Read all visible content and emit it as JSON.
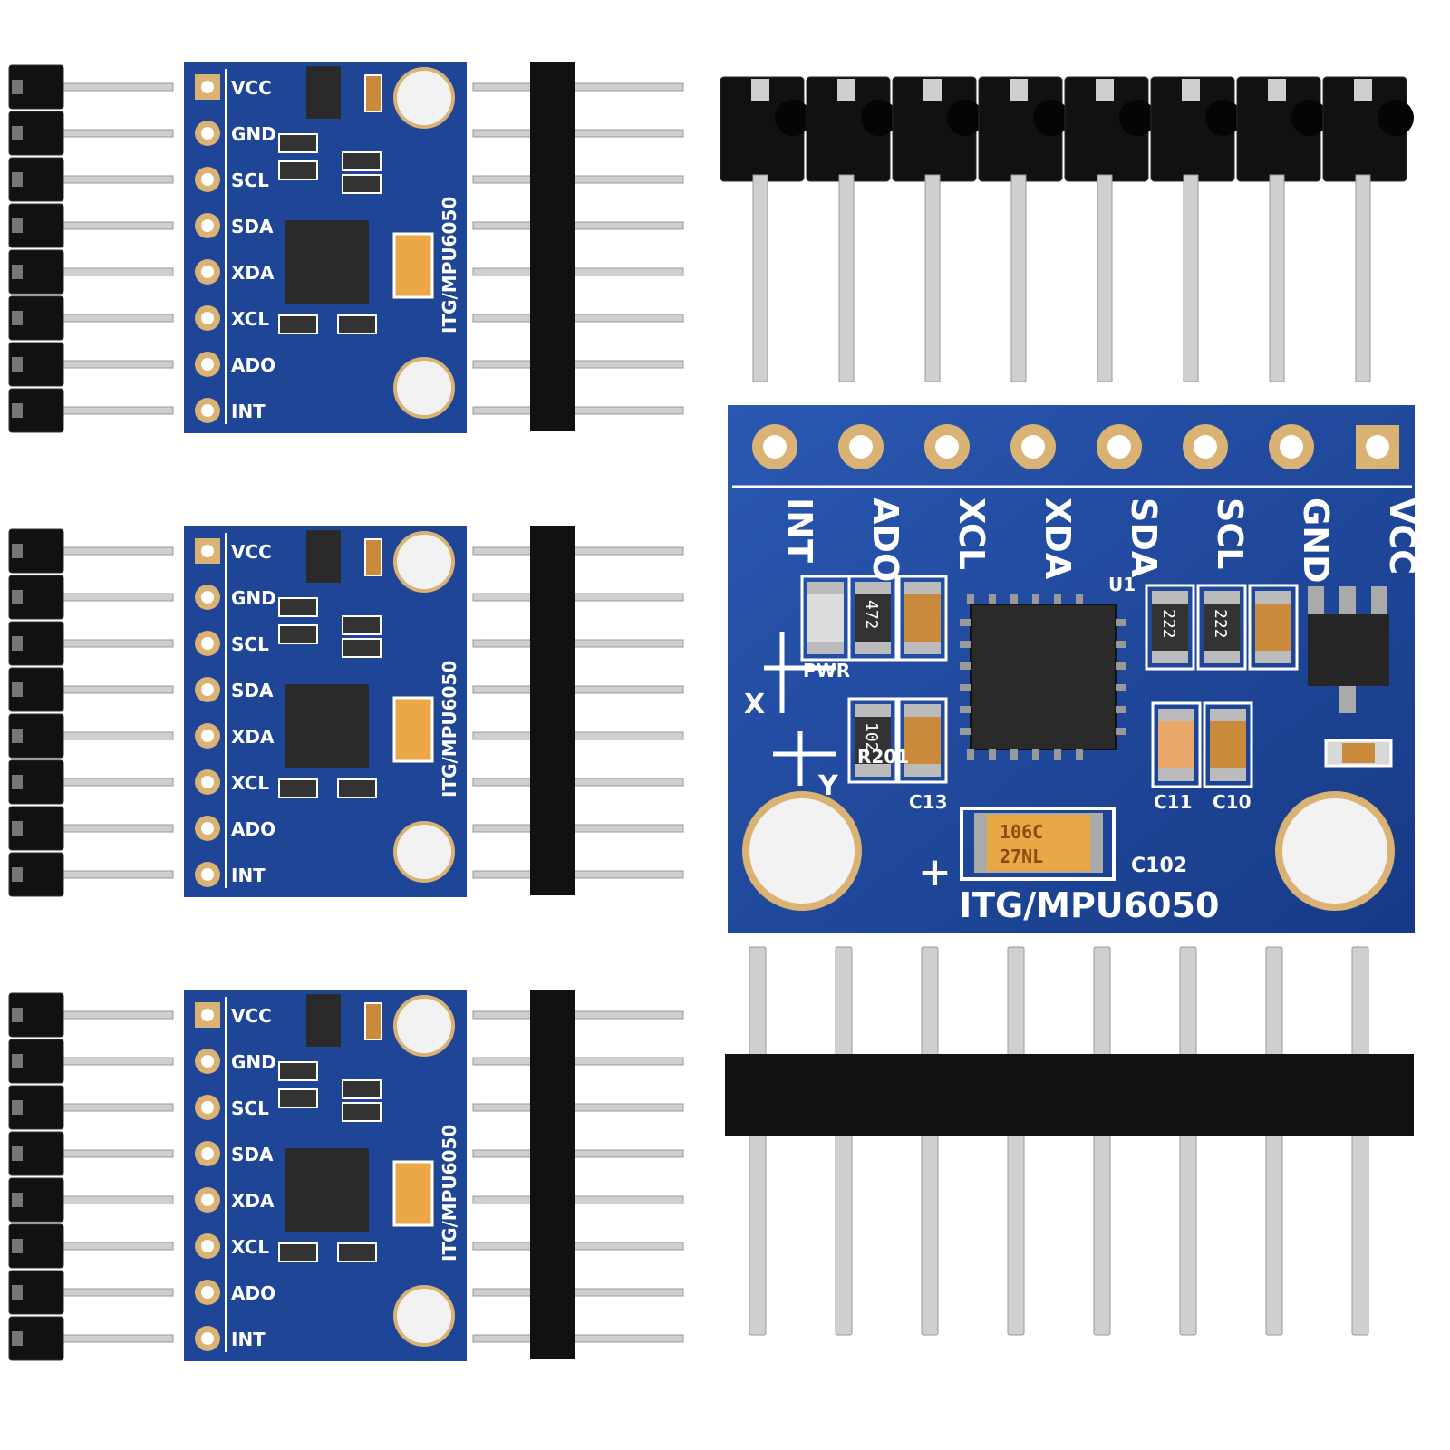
{
  "colors": {
    "pcb": "#1d3f8f",
    "pcb_light": "#2c5bb8",
    "pad": "#d9b274",
    "header_plastic": "#111111",
    "pin_metal": "#c9c9c9",
    "capacitor": "#e8a43a"
  },
  "board": {
    "model_label": "ITG/MPU6050",
    "pins": [
      "VCC",
      "GND",
      "SCL",
      "SDA",
      "XDA",
      "XCL",
      "ADO",
      "INT"
    ],
    "pin_count": 8,
    "resistor_labels": [
      "222",
      "222",
      "472",
      "102"
    ],
    "cap_labels": [
      "C10",
      "C11",
      "C13",
      "C102"
    ],
    "other_labels": [
      "R201",
      "U1",
      "PWR",
      "+"
    ],
    "tantalum_marking": [
      "106C",
      "27NL"
    ],
    "axis_labels": [
      "X",
      "Y"
    ]
  },
  "small_board_count": 3,
  "icons": [
    "pcb-module-icon",
    "pin-header-icon",
    "mounting-hole-icon"
  ]
}
